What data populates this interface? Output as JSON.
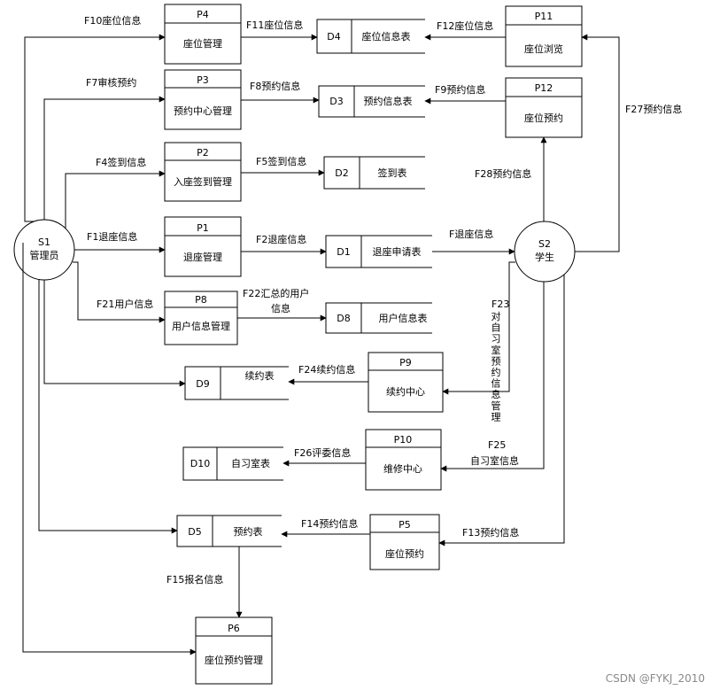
{
  "entities": {
    "s1": {
      "id": "S1",
      "name": "管理员"
    },
    "s2": {
      "id": "S2",
      "name": "学生"
    }
  },
  "processes": {
    "p1": {
      "id": "P1",
      "name": "退座管理"
    },
    "p2": {
      "id": "P2",
      "name": "入座签到管理"
    },
    "p3": {
      "id": "P3",
      "name": "预约中心管理"
    },
    "p4": {
      "id": "P4",
      "name": "座位管理"
    },
    "p5": {
      "id": "P5",
      "name": "座位预约"
    },
    "p6": {
      "id": "P6",
      "name": "座位预约管理"
    },
    "p8": {
      "id": "P8",
      "name": "用户信息管理"
    },
    "p9": {
      "id": "P9",
      "name": "续约中心"
    },
    "p10": {
      "id": "P10",
      "name": "维修中心"
    },
    "p11": {
      "id": "P11",
      "name": "座位浏览"
    },
    "p12": {
      "id": "P12",
      "name": "座位预约"
    }
  },
  "stores": {
    "d1": {
      "id": "D1",
      "name": "退座申请表"
    },
    "d2": {
      "id": "D2",
      "name": "签到表"
    },
    "d3": {
      "id": "D3",
      "name": "预约信息表"
    },
    "d4": {
      "id": "D4",
      "name": "座位信息表"
    },
    "d5": {
      "id": "D5",
      "name": "预约表"
    },
    "d8": {
      "id": "D8",
      "name": "用户信息表"
    },
    "d9": {
      "id": "D9",
      "name": "续约表"
    },
    "d10": {
      "id": "D10",
      "name": "自习室表"
    }
  },
  "flows": {
    "f1": "F1退座信息",
    "f2": "F2退座信息",
    "f4": "F4签到信息",
    "f5": "F5签到信息",
    "f7": "F7审核预约",
    "f8": "F8预约信息",
    "f9": "F9预约信息",
    "f10": "F10座位信息",
    "f11": "F11座位信息",
    "f12": "F12座位信息",
    "f13": "F13预约信息",
    "f14": "F14预约信息",
    "f15": "F15报名信息",
    "f21": "F21用户信息",
    "f22_line1": "F22汇总的用户",
    "f22_line2": "信息",
    "f23_line1": "F23",
    "f23_vertical": [
      "对",
      "自",
      "习",
      "室",
      "预",
      "约",
      "信",
      "息",
      "管",
      "理"
    ],
    "f24": "F24续约信息",
    "f25_line1": "F25",
    "f25_line2": "自习室信息",
    "f26": "F26评委信息",
    "f27": "F27预约信息",
    "f28": "F28预约信息",
    "fd1": "F退座信息"
  },
  "watermark": "CSDN @FYKJ_2010"
}
